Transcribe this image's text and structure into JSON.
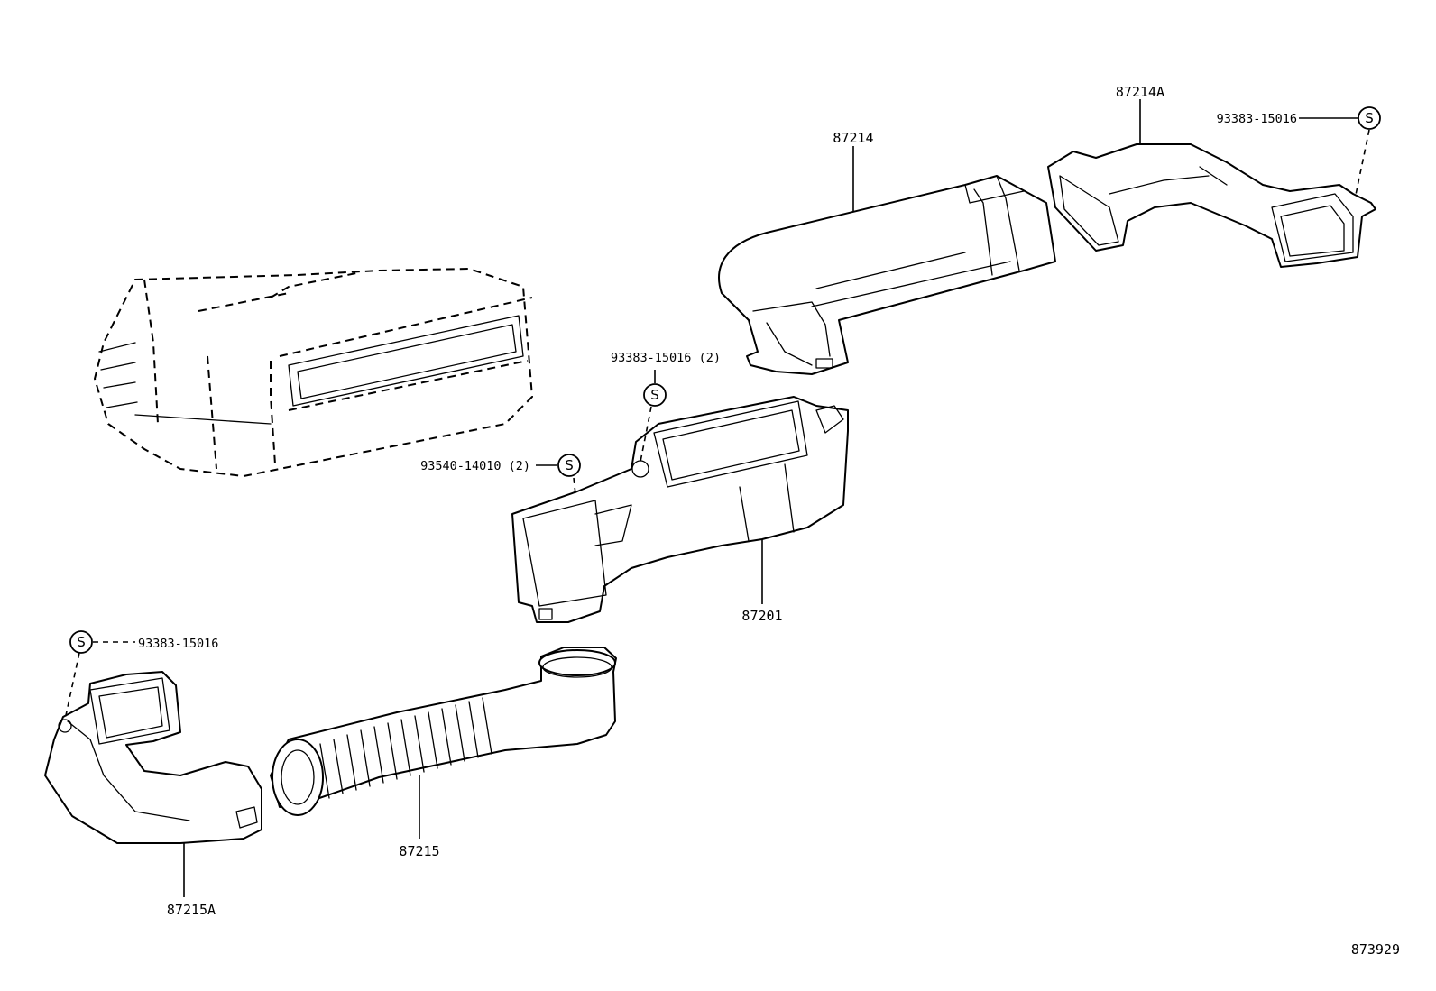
{
  "callouts": {
    "p87214A": "87214A",
    "p87214": "87214",
    "p87201": "87201",
    "p87215": "87215",
    "p87215A": "87215A",
    "screw_top_right": "93383-15016",
    "screw_center": "93383-15016 (2)",
    "clip_center": "93540-14010 (2)",
    "screw_left": "93383-15016"
  },
  "symbols": {
    "screw_mark": "S"
  },
  "figure_id": "873929",
  "colors": {
    "ink": "#000000",
    "paper": "#ffffff"
  }
}
